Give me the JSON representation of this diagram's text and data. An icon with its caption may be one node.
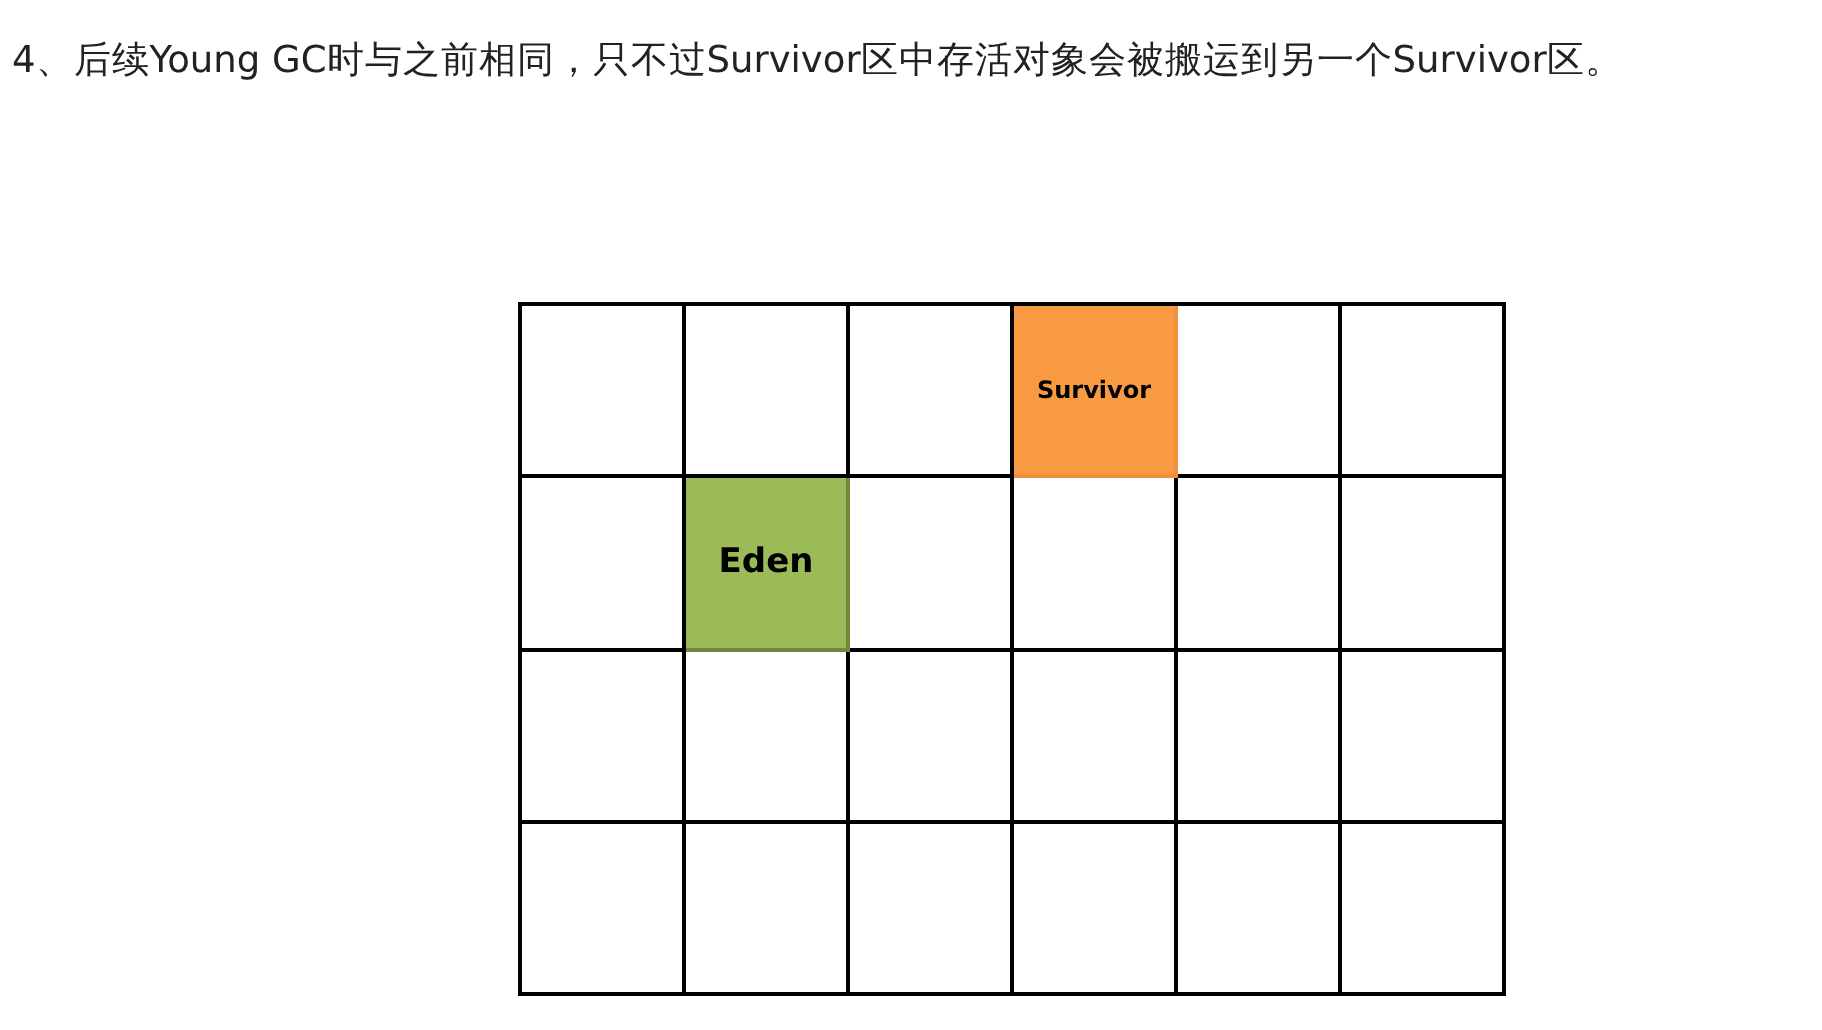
{
  "diagram": {
    "title": "4、后续Young GC时与之前相同，只不过Survivor区中存活对象会被搬运到另一个Survivor区。",
    "nodes": [
      {
        "text": [],
        "shape": "box"
      },
      {
        "text": [],
        "shape": "box"
      },
      {
        "text": [],
        "shape": "box"
      },
      {
        "text": [
          "Survivor"
        ]
      },
      {
        "text": [],
        "shape": "box"
      },
      {
        "text": [],
        "shape": "box"
      },
      {
        "text": [],
        "shape": "box"
      },
      {
        "text": [
          "Eden"
        ]
      },
      {
        "text": [],
        "shape": "box"
      },
      {
        "text": [],
        "shape": "box"
      },
      {
        "text": [],
        "shape": "box"
      },
      {
        "text": [],
        "shape": "box"
      },
      {
        "text": [],
        "shape": "box"
      },
      {
        "text": [],
        "shape": "box"
      },
      {
        "text": [],
        "shape": "box"
      },
      {
        "text": [],
        "shape": "box"
      },
      {
        "text": [],
        "shape": "box"
      },
      {
        "text": [],
        "shape": "box"
      },
      {
        "text": [],
        "shape": "box"
      },
      {
        "text": [],
        "shape": "box"
      },
      {
        "text": [],
        "shape": "box"
      },
      {
        "text": [],
        "shape": "box"
      },
      {
        "text": [],
        "shape": "box"
      },
      {
        "text": [],
        "shape": "box"
      }
    ]
  }
}
